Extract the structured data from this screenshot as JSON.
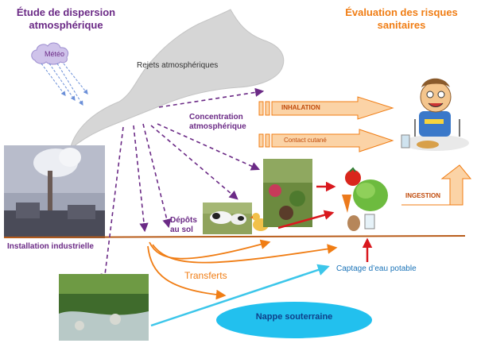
{
  "titles": {
    "left_line1": "Étude de dispersion",
    "left_line2": "atmosphérique",
    "right_line1": "Évaluation des risques",
    "right_line2": "sanitaires"
  },
  "labels": {
    "meteo": "Météo",
    "rejets": "Rejets atmosphériques",
    "concentration_line1": "Concentration",
    "concentration_line2": "atmosphérique",
    "depots_line1": "Dépôts",
    "depots_line2": "au sol",
    "installation": "Installation industrielle",
    "transferts": "Transferts",
    "captage": "Captage d’eau potable",
    "nappe": "Nappe souterraine",
    "inhalation": "INHALATION",
    "contact": "Contact cutané",
    "ingestion": "INGESTION"
  },
  "colors": {
    "purple": "#6b2a86",
    "orange": "#f07d14",
    "arrow_fill": "#fbd3a6",
    "cyan": "#3cc6ea",
    "red": "#d9181e",
    "ground": "#b85c1a"
  }
}
